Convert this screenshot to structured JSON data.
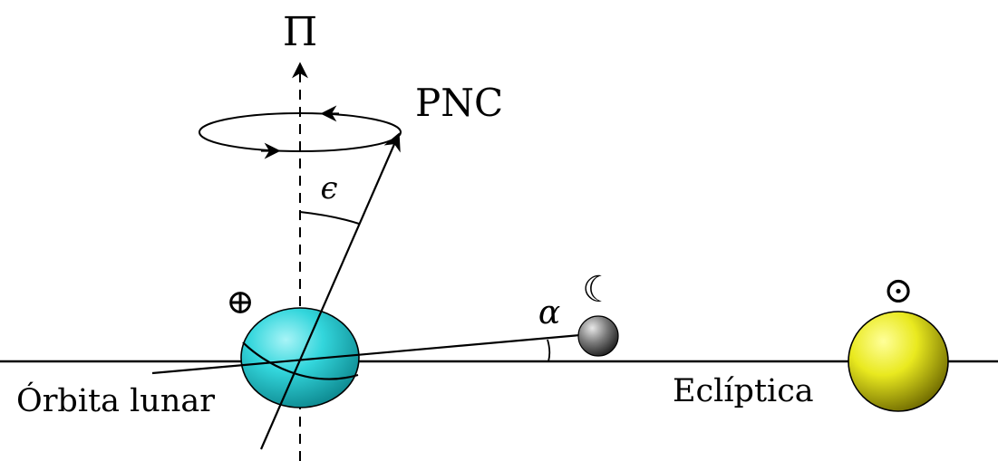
{
  "labels": {
    "pole": "Π",
    "pnc": "PNC",
    "obliquity": "ϵ",
    "earth_symbol": "⊕",
    "inclination": "α",
    "moon_symbol": "☾",
    "sun_symbol": "⊙",
    "ecliptic": "Eclíptica",
    "lunar_orbit": "Órbita lunar"
  },
  "colors": {
    "earth": "#33d6dc",
    "moon": "#7a7a7a",
    "sun": "#e9e91f",
    "lines": "#000000"
  }
}
